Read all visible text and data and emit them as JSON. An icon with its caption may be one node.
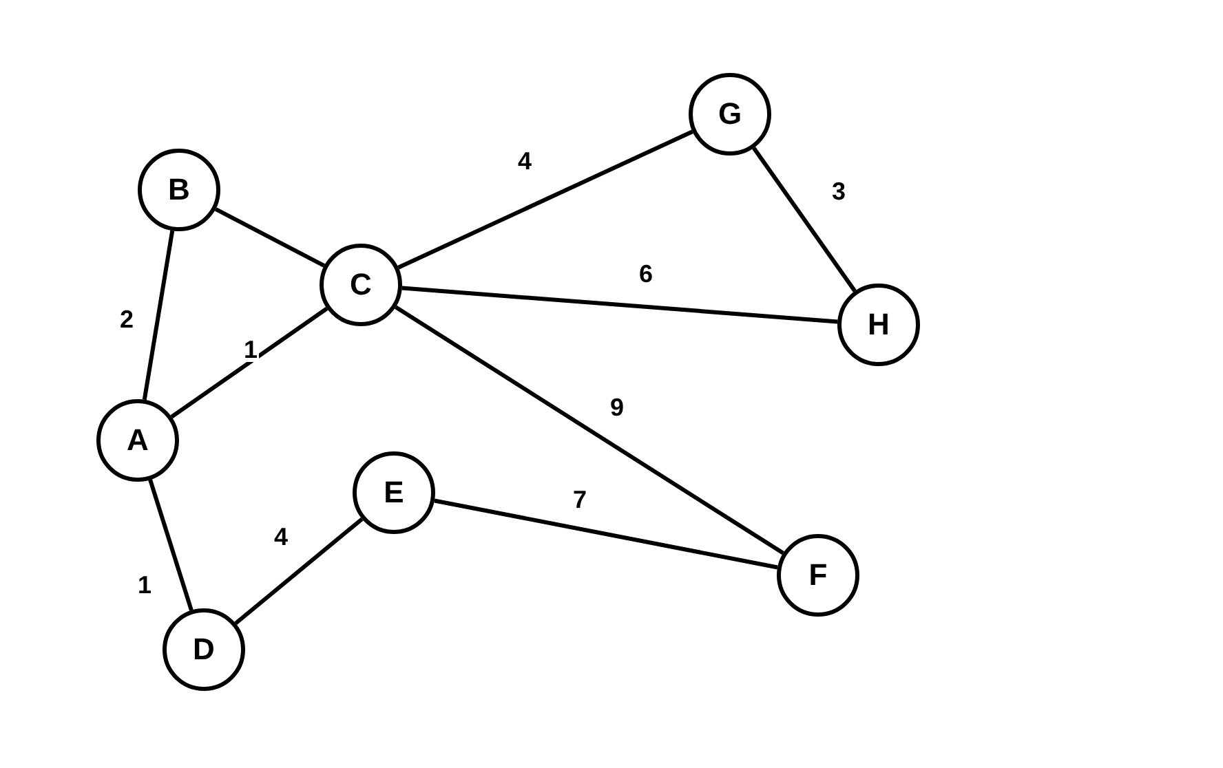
{
  "diagram": {
    "nodes": [
      {
        "text": [
          "A"
        ]
      },
      {
        "text": [
          "B"
        ]
      },
      {
        "text": [
          "C"
        ]
      },
      {
        "text": [
          "D"
        ]
      },
      {
        "text": [
          "E"
        ]
      },
      {
        "text": [
          "F"
        ]
      },
      {
        "text": [
          "G"
        ]
      },
      {
        "text": [
          "H"
        ]
      }
    ],
    "edges": [
      {
        "from": 0,
        "to": 1,
        "arrow": "none",
        "label": "2"
      },
      {
        "from": 1,
        "to": 2,
        "arrow": "none"
      },
      {
        "from": 0,
        "to": 2,
        "arrow": "none",
        "label": "1"
      },
      {
        "from": 0,
        "to": 3,
        "arrow": "none",
        "label": "1"
      },
      {
        "from": 3,
        "to": 4,
        "arrow": "none",
        "label": "4"
      },
      {
        "from": 4,
        "to": 5,
        "arrow": "none",
        "label": "7"
      },
      {
        "from": 2,
        "to": 6,
        "arrow": "none",
        "label": "4"
      },
      {
        "from": 2,
        "to": 7,
        "arrow": "none",
        "label": "6"
      },
      {
        "from": 2,
        "to": 5,
        "arrow": "none",
        "label": "9"
      },
      {
        "from": 6,
        "to": 7,
        "arrow": "none",
        "label": "3"
      }
    ]
  }
}
